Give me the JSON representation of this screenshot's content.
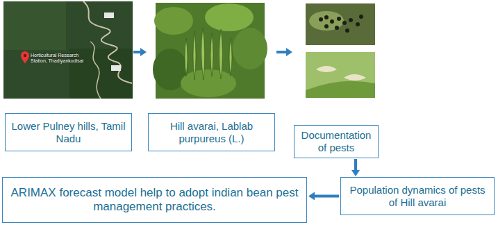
{
  "diagram": {
    "nodes": [
      {
        "text": [
          "Lower Pulney hills, Tamil Nadu"
        ]
      },
      {
        "text": [
          "Hill avarai, Lablab purpureus (L.)"
        ]
      },
      {
        "text": [
          "Documentation of pests"
        ]
      },
      {
        "text": [
          "Population dynamics of pests of Hill avarai"
        ]
      },
      {
        "text": [
          "ARIMAX forecast model help to adopt indian bean pest management practices."
        ]
      }
    ],
    "edges": [
      {
        "from": 0,
        "to": 1,
        "arrow": "to"
      },
      {
        "from": 1,
        "to": 2,
        "arrow": "to"
      },
      {
        "from": 2,
        "to": 3,
        "arrow": "to"
      },
      {
        "from": 3,
        "to": 4,
        "arrow": "to"
      }
    ],
    "labels": [
      "Horticultural Research Station, Thadiyankudisai"
    ]
  }
}
